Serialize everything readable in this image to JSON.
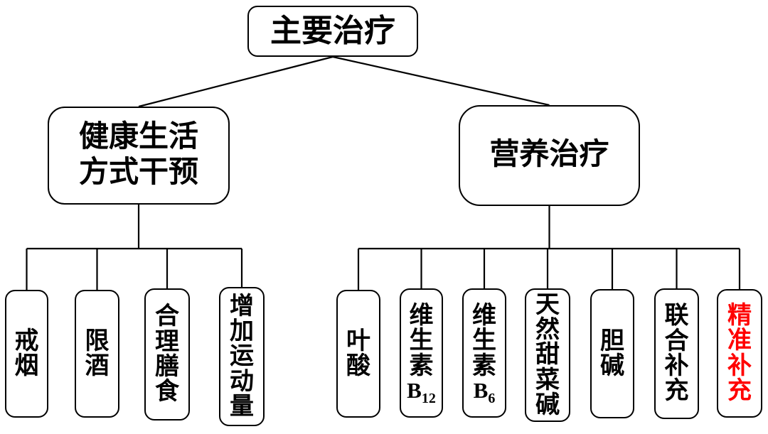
{
  "colors": {
    "line": "#000000",
    "box_border": "#000000",
    "box_background": "#ffffff",
    "text": "#000000",
    "highlight": "#ff0000"
  },
  "tree": {
    "root": {
      "id": "main-treatment",
      "label": "主要治疗"
    },
    "branches": [
      {
        "id": "lifestyle-intervention",
        "label": "健康生活方式干预",
        "lines": [
          "健康生活",
          "方式干预"
        ],
        "children": [
          {
            "id": "quit-smoking",
            "label": "戒烟",
            "segments": [
              {
                "t": "戒"
              },
              {
                "t": "烟"
              }
            ]
          },
          {
            "id": "limit-alcohol",
            "label": "限酒",
            "segments": [
              {
                "t": "限"
              },
              {
                "t": "酒"
              }
            ]
          },
          {
            "id": "reasonable-diet",
            "label": "合理膳食",
            "segments": [
              {
                "t": "合"
              },
              {
                "t": "理"
              },
              {
                "t": "膳"
              },
              {
                "t": "食"
              }
            ]
          },
          {
            "id": "increase-exercise",
            "label": "增加运动量",
            "segments": [
              {
                "t": "增"
              },
              {
                "t": "加"
              },
              {
                "t": "运"
              },
              {
                "t": "动"
              },
              {
                "t": "量"
              }
            ]
          }
        ]
      },
      {
        "id": "nutrition-therapy",
        "label": "营养治疗",
        "lines": [
          "营养治疗"
        ],
        "children": [
          {
            "id": "folic-acid",
            "label": "叶酸",
            "segments": [
              {
                "t": "叶"
              },
              {
                "t": "酸"
              }
            ]
          },
          {
            "id": "vitamin-b12",
            "label": "维生素B12",
            "segments": [
              {
                "t": "维"
              },
              {
                "t": "生"
              },
              {
                "t": "素"
              },
              {
                "t": "B",
                "sub": "12"
              }
            ]
          },
          {
            "id": "vitamin-b6",
            "label": "维生素B6",
            "segments": [
              {
                "t": "维"
              },
              {
                "t": "生"
              },
              {
                "t": "素"
              },
              {
                "t": "B",
                "sub": "6"
              }
            ]
          },
          {
            "id": "natural-betaine",
            "label": "天然甜菜碱",
            "segments": [
              {
                "t": "天"
              },
              {
                "t": "然"
              },
              {
                "t": "甜"
              },
              {
                "t": "菜"
              },
              {
                "t": "碱"
              }
            ]
          },
          {
            "id": "choline",
            "label": "胆碱",
            "segments": [
              {
                "t": "胆"
              },
              {
                "t": "碱"
              }
            ]
          },
          {
            "id": "combined-supplement",
            "label": "联合补充",
            "segments": [
              {
                "t": "联"
              },
              {
                "t": "合"
              },
              {
                "t": "补"
              },
              {
                "t": "充"
              }
            ]
          },
          {
            "id": "precise-supplement",
            "label": "精准补充",
            "segments": [
              {
                "t": "精"
              },
              {
                "t": "准"
              },
              {
                "t": "补"
              },
              {
                "t": "充"
              }
            ],
            "color": "#ff0000"
          }
        ]
      }
    ]
  }
}
